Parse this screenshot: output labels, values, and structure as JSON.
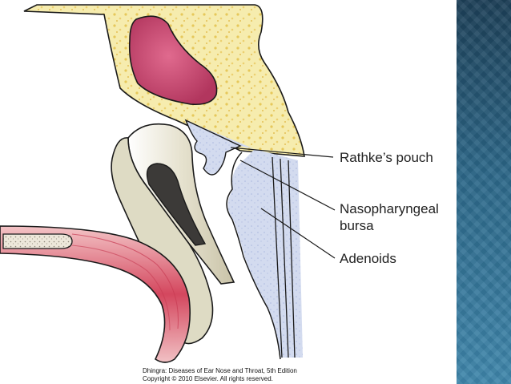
{
  "labels": {
    "rathkes_pouch": "Rathke’s pouch",
    "nasopharyngeal_line1": "Nasopharyngeal",
    "nasopharyngeal_line2": "bursa",
    "adenoids": "Adenoids"
  },
  "credit": {
    "line1": "Dhingra: Diseases of Ear Nose and Throat, 5th Edition",
    "line2": "Copyright © 2010 Elsevier. All rights reserved."
  },
  "colors": {
    "sphenoid_bone": "#f4e9a8",
    "sphenoid_sinus": "#c8456e",
    "adenoid_tissue": "#c9d2ea",
    "muscle": "#d45a6c",
    "sidebar": "#2c6788"
  }
}
